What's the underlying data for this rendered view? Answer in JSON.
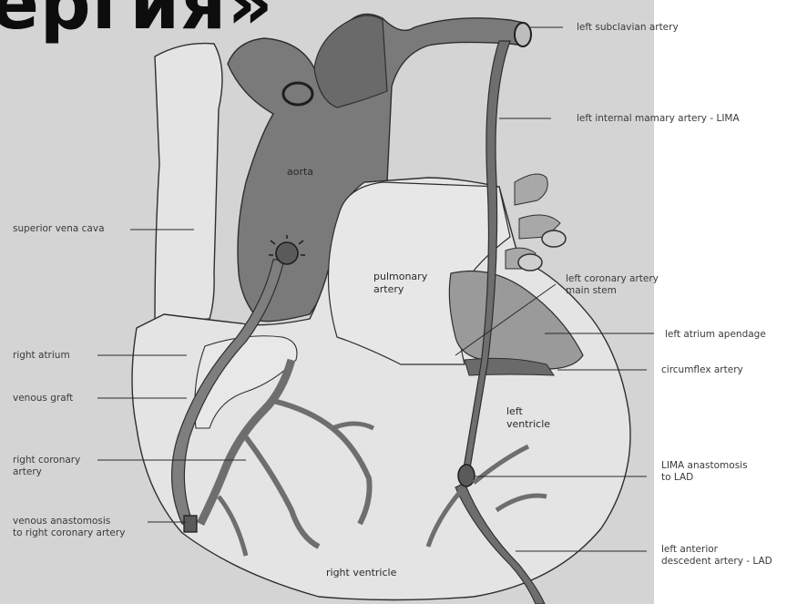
{
  "headline": "ергия»",
  "colors": {
    "background_panel": "#d4d4d4",
    "heart_light": "#e3e3e3",
    "vessel_dark": "#6e6e6e",
    "vessel_mid": "#8a8a8a",
    "outline": "#2e2e2e"
  },
  "labels": {
    "left_subclavian": "left subclavian artery",
    "lima": "left internal mamary artery - LIMA",
    "superior_vena_cava": "superior vena cava",
    "left_coronary_main": "left coronary artery\nmain stem",
    "left_atrium_apendage": "left atrium apendage",
    "right_atrium": "right atrium",
    "circumflex": "circumflex artery",
    "venous_graft": "venous graft",
    "right_coronary": "right coronary\nartery",
    "lima_anastomosis": "LIMA anastomosis\nto LAD",
    "venous_anastomosis": "venous anastomosis\nto right coronary artery",
    "lad": "left anterior\ndescedent artery - LAD"
  },
  "inner_labels": {
    "aorta": "aorta",
    "pulmonary_artery": "pulmonary\nartery",
    "left_ventricle": "left\nventricle",
    "right_ventricle": "right ventricle"
  },
  "icons": {
    "heart": "heart-anatomy-illustration"
  }
}
